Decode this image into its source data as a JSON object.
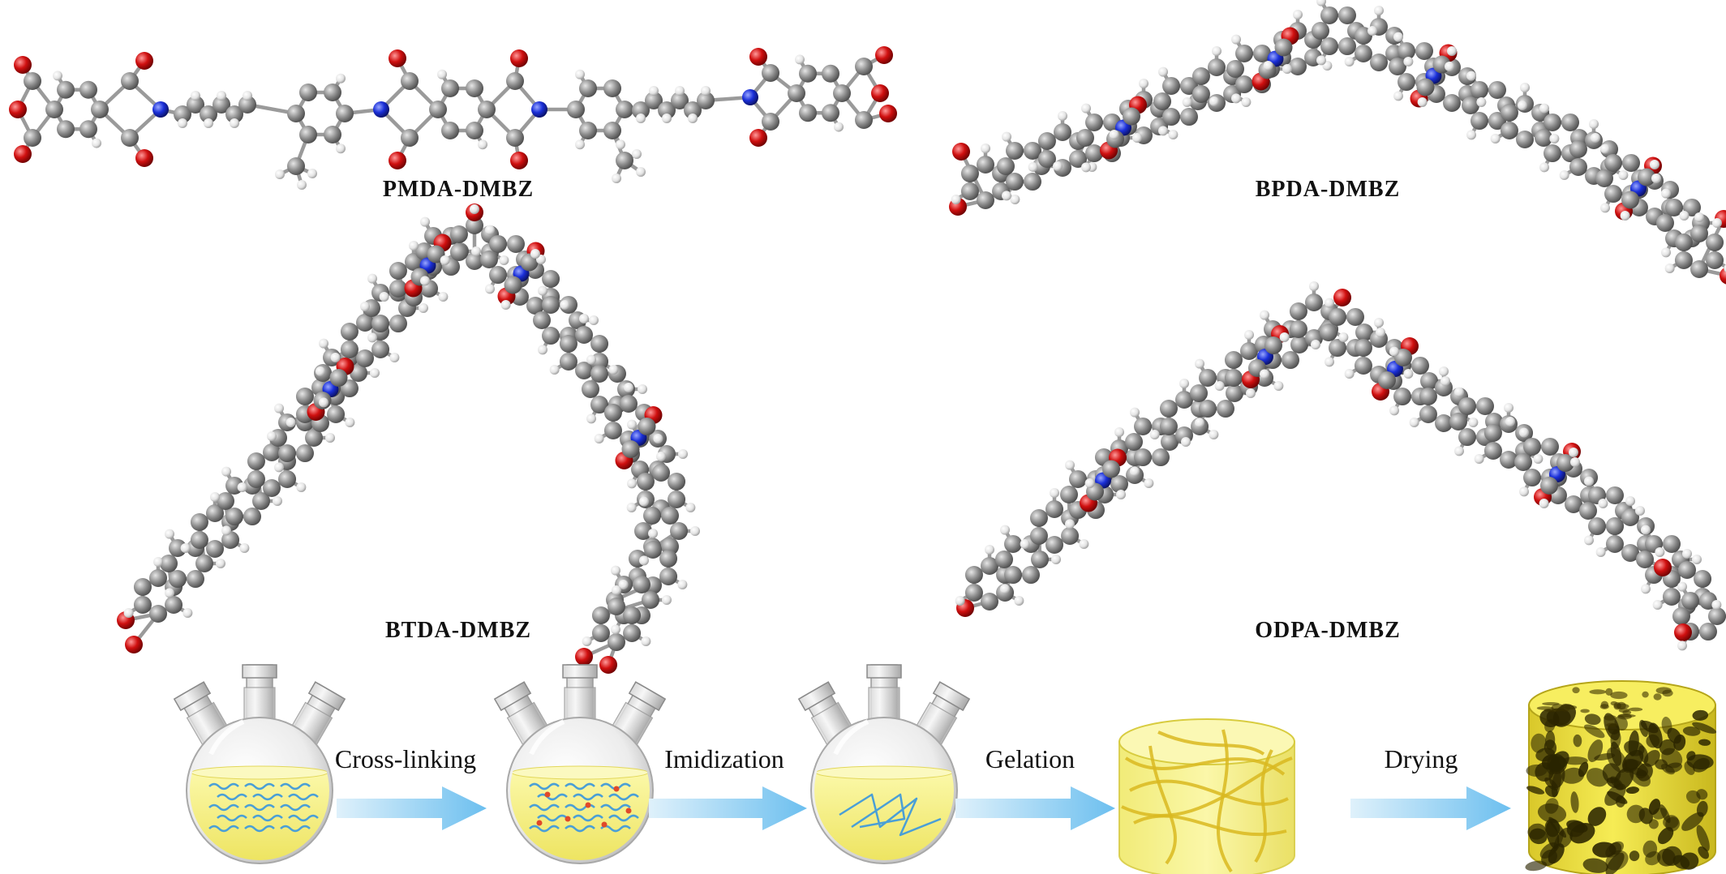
{
  "molecules": [
    {
      "label": "PMDA-DMBZ"
    },
    {
      "label": "BPDA-DMBZ"
    },
    {
      "label": "BTDA-DMBZ"
    },
    {
      "label": "ODPA-DMBZ"
    }
  ],
  "process": {
    "steps": [
      "Cross-linking",
      "Imidization",
      "Gelation",
      "Drying"
    ]
  },
  "colors": {
    "carbon": "#8c8c8c",
    "oxygen": "#d01010",
    "nitrogen": "#1a2fd8",
    "hydrogen": "#e8e8e8",
    "arrow": "#8ecdf0",
    "solution": "#f4f08a",
    "aerogel": "#f2e84a"
  }
}
